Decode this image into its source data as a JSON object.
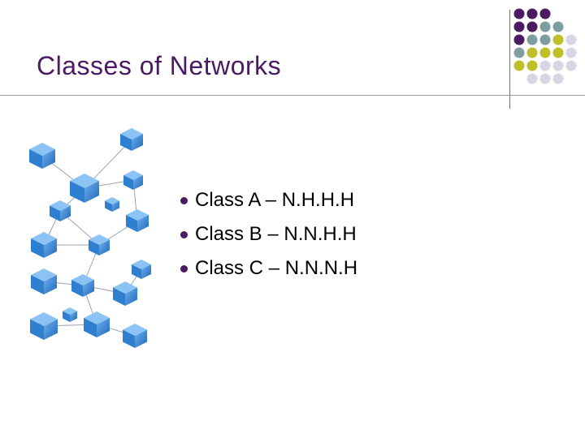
{
  "slide": {
    "title": "Classes of Networks",
    "bullets": [
      {
        "text": "Class A – N.H.H.H"
      },
      {
        "text": "Class B – N.N.H.H"
      },
      {
        "text": "Class C – N.N.N.H"
      }
    ]
  },
  "colors": {
    "title": "#4b1a63",
    "dot_purple": "#4b1a63",
    "dot_teal": "#7f9ea0",
    "dot_olive": "#bfbf2a",
    "dot_lavender": "#d9d6e4",
    "network_node": "#2f7fd1"
  },
  "decoration": {
    "dot_grid_pattern": [
      [
        "purple",
        "purple",
        "purple",
        "",
        ""
      ],
      [
        "purple",
        "purple",
        "teal",
        "teal",
        ""
      ],
      [
        "purple",
        "teal",
        "teal",
        "olive",
        "lavender"
      ],
      [
        "teal",
        "olive",
        "olive",
        "olive",
        "lavender"
      ],
      [
        "olive",
        "olive",
        "lavender",
        "lavender",
        "lavender"
      ],
      [
        "",
        "lavender",
        "lavender",
        "lavender",
        ""
      ]
    ]
  }
}
